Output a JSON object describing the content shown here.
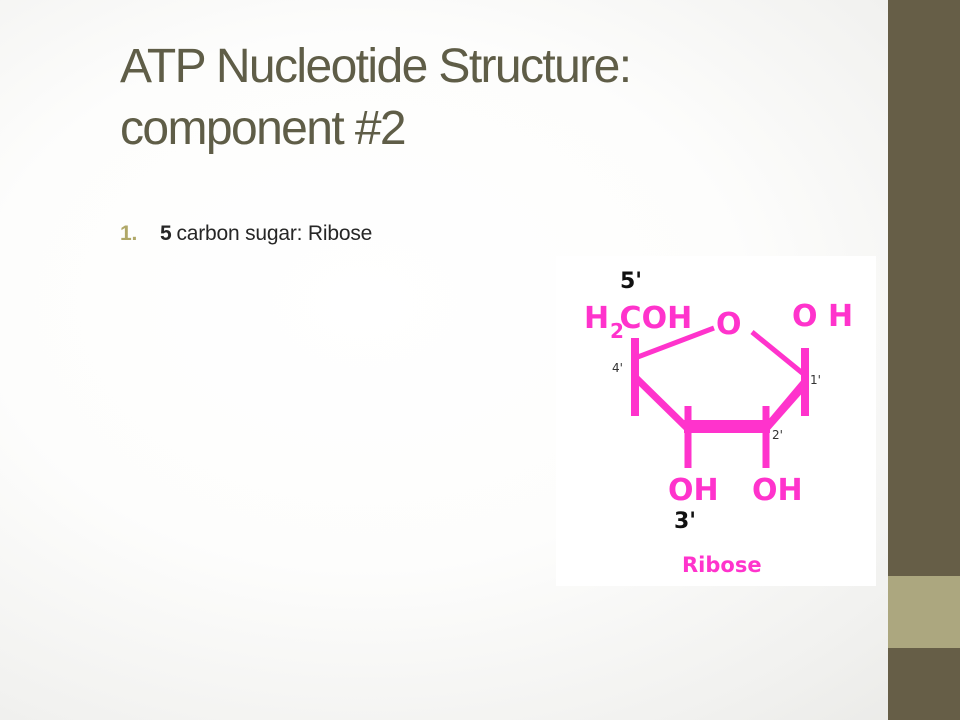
{
  "slide": {
    "title_lines": [
      "ATP Nucleotide Structure:",
      "component #2"
    ],
    "bullets": [
      {
        "number": "1.",
        "bold": "5",
        "text": "carbon sugar:  Ribose"
      }
    ]
  },
  "ribose_diagram": {
    "labels": {
      "c5_prime": "5'",
      "h2coh": "H COH",
      "subscript_2": "2",
      "ring_oxygen": "O",
      "c1_hydroxyl": "O H",
      "c4_prime": "4'",
      "c1_prime": "1'",
      "c2_prime": "2'",
      "c3_hydroxyl": "OH",
      "c2_hydroxyl": "OH",
      "c3_prime": "3'",
      "caption": "Ribose"
    },
    "colors": {
      "structure": "#ff33cc",
      "position_labels": "#111111"
    }
  },
  "theme": {
    "band": "#665e47",
    "accent": "#aca77f",
    "title": "#5f5d47",
    "bullet_number": "#b0a868"
  }
}
